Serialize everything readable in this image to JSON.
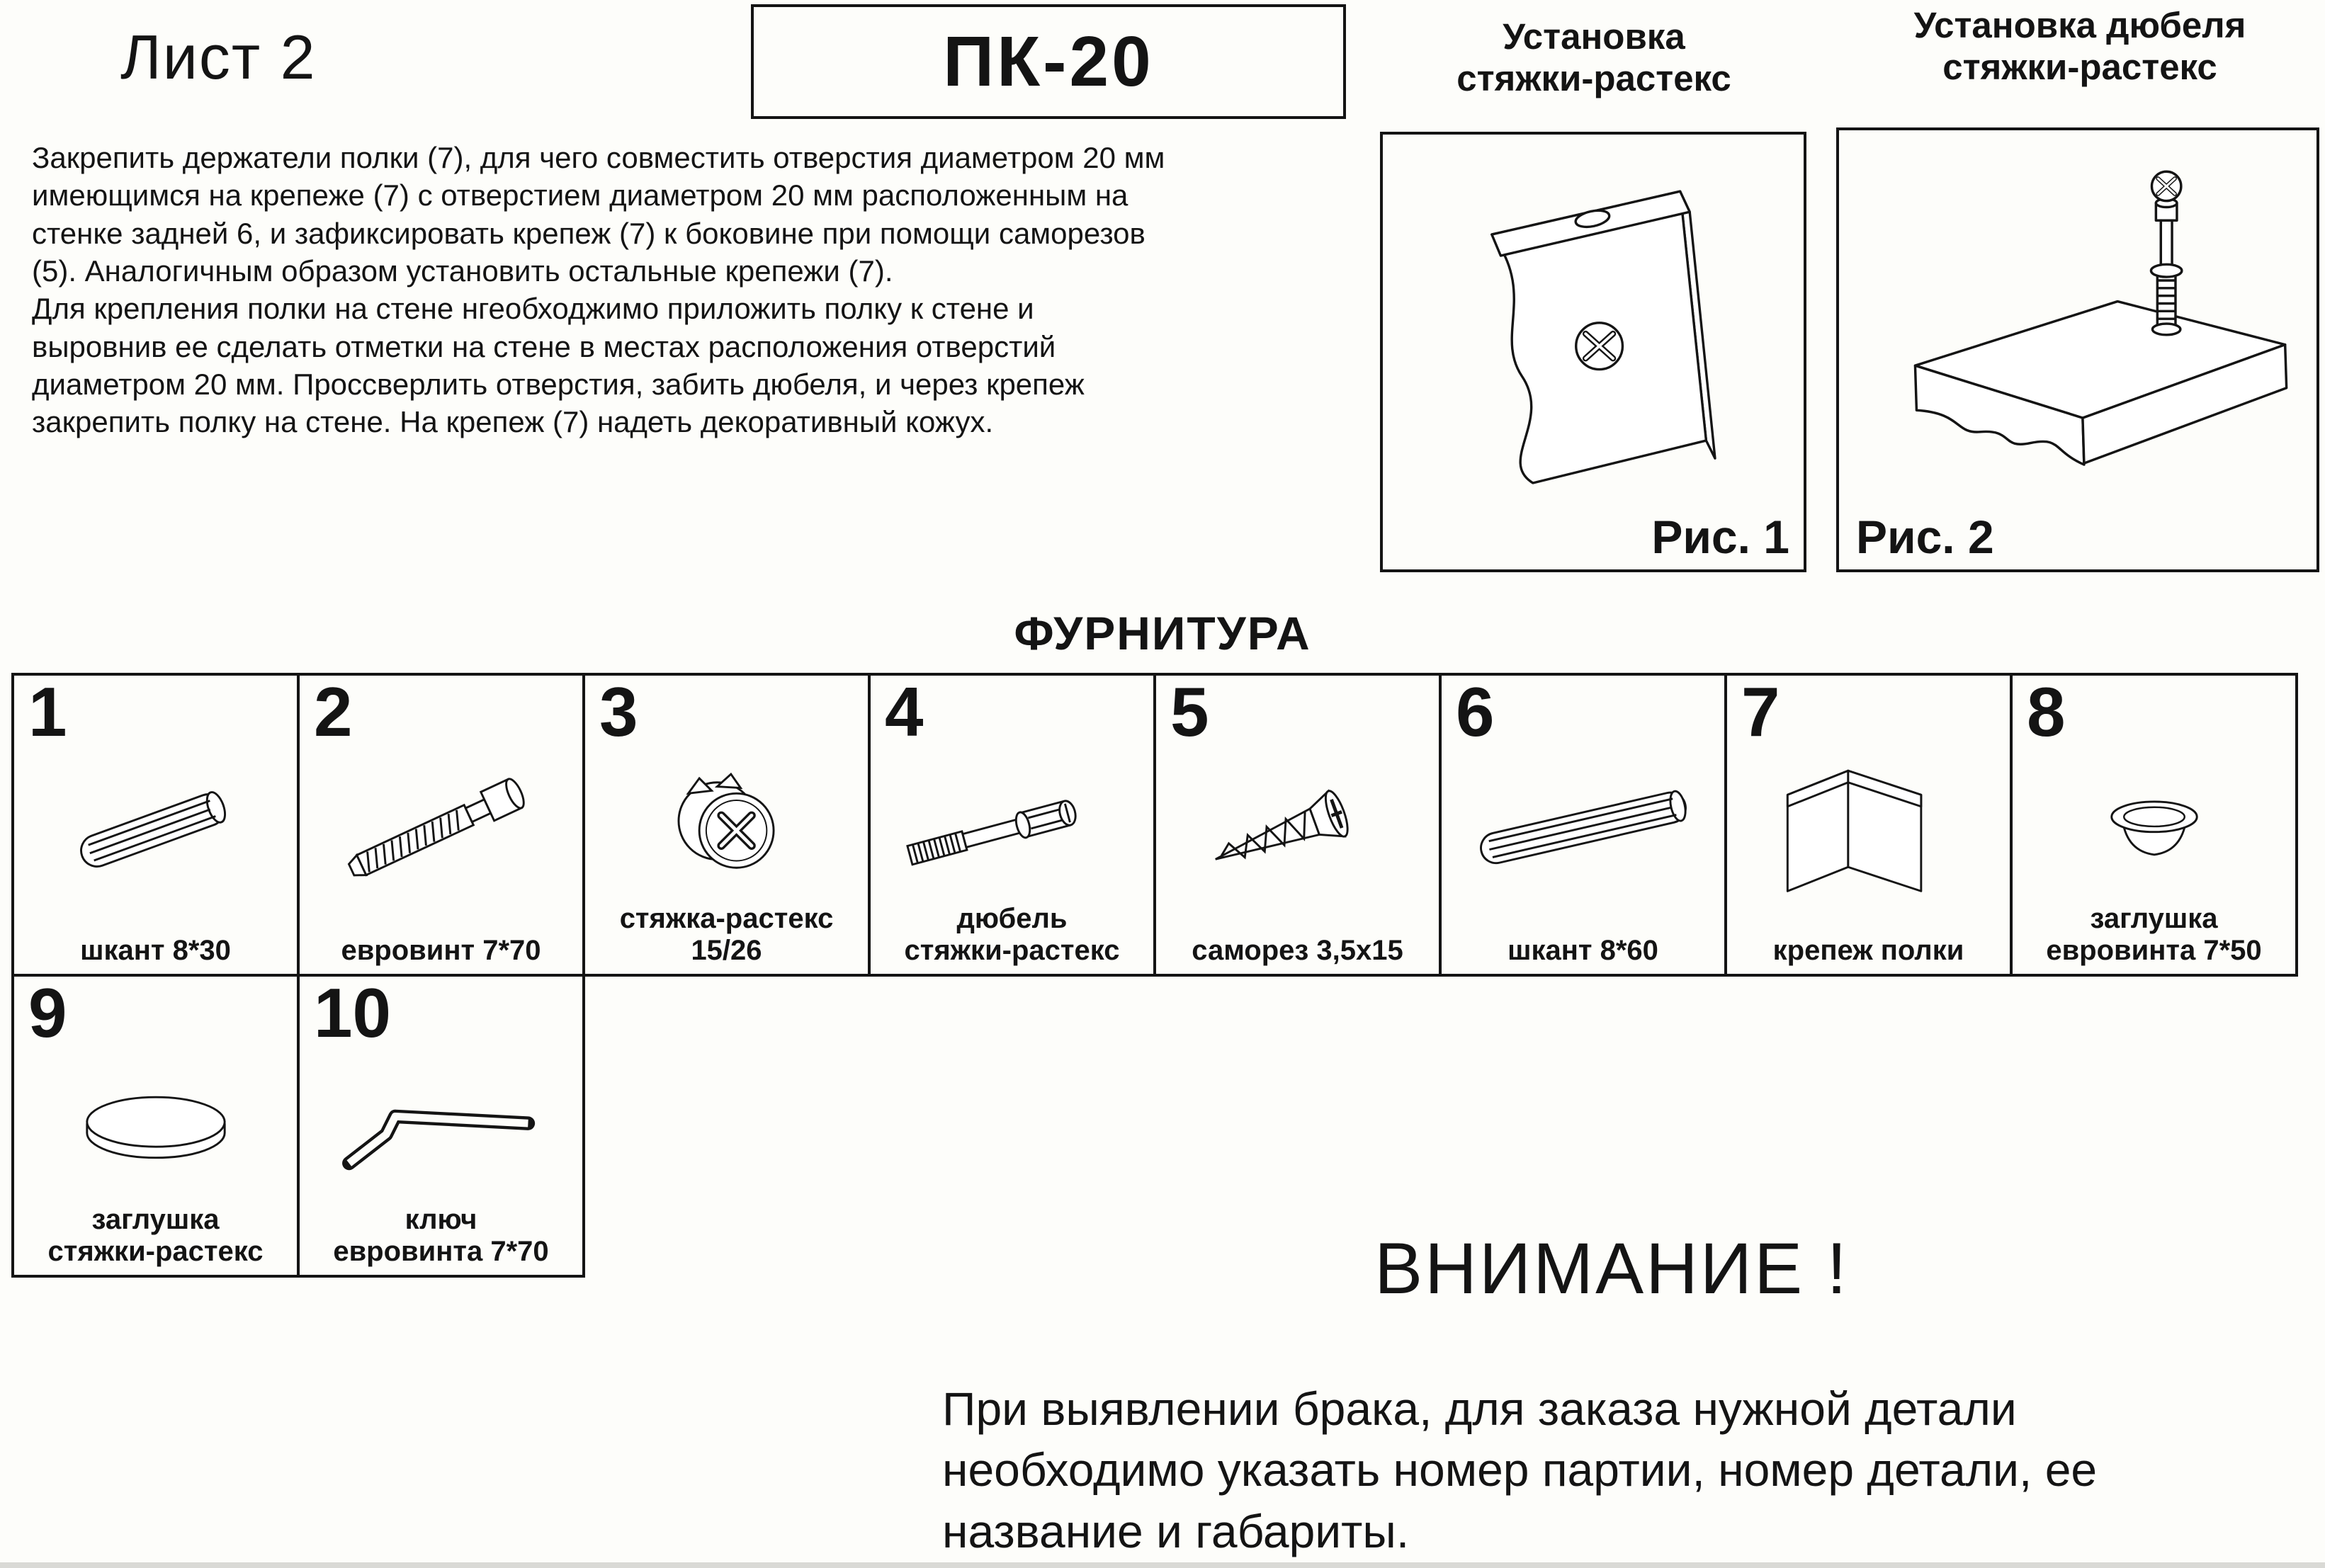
{
  "page": {
    "sheet_title": "Лист 2",
    "product_code": "ПК-20"
  },
  "figures": {
    "fig1": {
      "title": "Установка\nстяжки-растекс",
      "caption": "Рис. 1"
    },
    "fig2": {
      "title": "Установка дюбеля\nстяжки-растекс",
      "caption": "Рис. 2"
    }
  },
  "instructions": {
    "para1": "Закрепить держатели полки (7), для чего совместить отверстия диаметром 20 мм\nимеющимся на крепеже  (7) с отверстием диаметром 20 мм расположенным на\nстенке задней 6, и зафиксировать крепеж (7) к боковине при помощи саморезов\n(5). Аналогичным образом установить остальные крепежи (7).",
    "para2": "Для крепления полки на стене нгеобходжимо приложить полку к стене и\nвыровнив ее сделать отметки на стене в местах расположения отверстий\nдиаметром 20 мм. Проссверлить отверстия, забить дюбеля, и через крепеж\nзакрепить полку на стене. На крепеж (7) надеть декоративный кожух."
  },
  "hardware": {
    "title": "ФУРНИТУРА",
    "items": [
      {
        "num": "1",
        "label": "шкант 8*30",
        "icon": "dowel-short-icon"
      },
      {
        "num": "2",
        "label": "евровинт 7*70",
        "icon": "euro-screw-icon"
      },
      {
        "num": "3",
        "label": "стяжка-растекс\n15/26",
        "icon": "cam-lock-icon"
      },
      {
        "num": "4",
        "label": "дюбель\nстяжки-растекс",
        "icon": "cam-dowel-icon"
      },
      {
        "num": "5",
        "label": "саморез 3,5х15",
        "icon": "self-tapping-screw-icon"
      },
      {
        "num": "6",
        "label": "шкант 8*60",
        "icon": "dowel-long-icon"
      },
      {
        "num": "7",
        "label": "крепеж полки",
        "icon": "shelf-bracket-icon"
      },
      {
        "num": "8",
        "label": "заглушка\nевровинта 7*50",
        "icon": "euro-screw-cap-icon"
      },
      {
        "num": "9",
        "label": "заглушка\nстяжки-растекс",
        "icon": "cam-cap-icon"
      },
      {
        "num": "10",
        "label": "ключ\nевровинта 7*70",
        "icon": "hex-key-icon"
      }
    ]
  },
  "attention": {
    "title": "ВНИМАНИЕ !",
    "text": "При выявлении брака, для заказа нужной детали\nнеобходимо указать номер партии, номер детали, ее\nназвание и габариты."
  },
  "colors": {
    "ink": "#141414",
    "paper": "#fdfdfa"
  }
}
